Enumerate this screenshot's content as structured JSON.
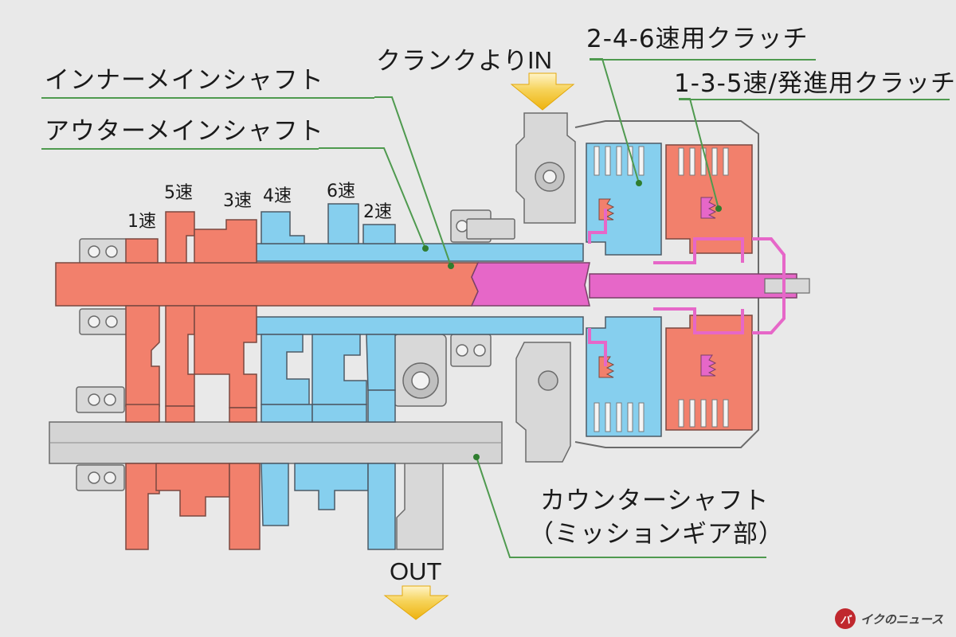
{
  "labels": {
    "inner_shaft": "インナーメインシャフト",
    "outer_shaft": "アウターメインシャフト",
    "crank_in": "クランクより",
    "in": "IN",
    "clutch_246": "2-4-6速用クラッチ",
    "clutch_135": "1-3-5速/発進用クラッチ",
    "counter_shaft": "カウンターシャフト",
    "counter_shaft_sub": "（ミッションギア部）",
    "out": "OUT"
  },
  "gears": {
    "g1": "1速",
    "g5": "5速",
    "g3": "3速",
    "g4": "4速",
    "g6": "6速",
    "g2": "2速"
  },
  "watermark": {
    "logo": "バ",
    "text": "イクのニュース"
  },
  "colors": {
    "odd_gear_red": "#f2806c",
    "even_gear_blue": "#86cfee",
    "clutch_pink": "#e667c8",
    "housing_gray": "#d8d8d8",
    "arrow_yellow": "#f3c022",
    "leader_green": "#4f9a4f"
  }
}
